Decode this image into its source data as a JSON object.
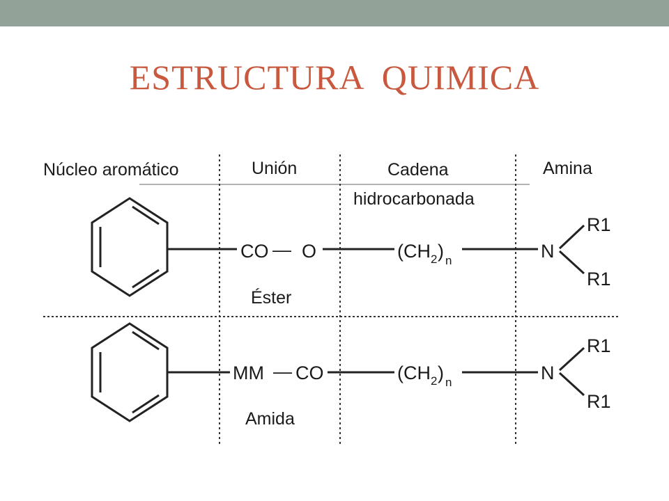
{
  "slide": {
    "title": "ESTRUCTURA  QUIMICA"
  },
  "diagram": {
    "headers": {
      "nucleus": "Núcleo aromático",
      "union": "Unión",
      "chain_line1": "Cadena",
      "chain_line2": "hidrocarbonada",
      "amine": "Amina"
    },
    "ester_row": {
      "union_left": "CO",
      "union_dash": "—",
      "union_right": "O",
      "chain_main": "(CH",
      "chain_sub": "2",
      "chain_close": ")",
      "chain_index": "n",
      "nitrogen": "N",
      "r_top": "R1",
      "r_bottom": "R1",
      "caption": "Éster"
    },
    "amide_row": {
      "union_left": "MM",
      "union_dash": "—",
      "union_right": "CO",
      "chain_main": "(CH",
      "chain_sub": "2",
      "chain_close": ")",
      "chain_index": "n",
      "nitrogen": "N",
      "r_top": "R1",
      "r_bottom": "R1",
      "caption": "Amida"
    }
  }
}
